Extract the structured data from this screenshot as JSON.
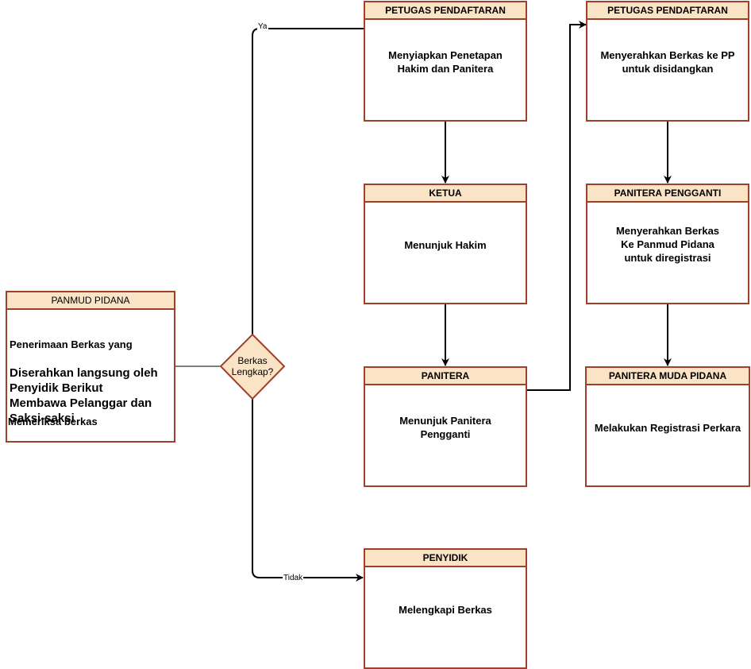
{
  "start": {
    "header": "PANMUD PIDANA",
    "text_first_line": "Penerimaan Berkas yang",
    "text_rest": "Diserahkan langsung oleh\nPenyidik Berikut\nMembawa Pelanggar dan\nSaksi-saksi",
    "text_check": "Memeriksa berkas"
  },
  "decision": {
    "label": "Berkas\nLengkap?"
  },
  "edge_labels": {
    "yes": "Ya",
    "no": "Tidak"
  },
  "boxes": {
    "petugas1": {
      "header": "PETUGAS PENDAFTARAN",
      "text": "Menyiapkan Penetapan\nHakim dan Panitera"
    },
    "ketua": {
      "header": "KETUA",
      "text": "Menunjuk Hakim"
    },
    "panitera": {
      "header": "PANITERA",
      "text": "Menunjuk Panitera\nPengganti"
    },
    "petugas2": {
      "header": "PETUGAS PENDAFTARAN",
      "text": "Menyerahkan Berkas ke PP\nuntuk disidangkan"
    },
    "pengganti": {
      "header": "PANITERA PENGGANTI",
      "text": "Menyerahkan Berkas\nKe Panmud Pidana\nuntuk diregistrasi"
    },
    "muda": {
      "header": "PANITERA MUDA PIDANA",
      "text": "Melakukan Registrasi Perkara"
    },
    "penyidik": {
      "header": "PENYIDIK",
      "text": "Melengkapi Berkas"
    }
  },
  "colors": {
    "border": "#a0402a",
    "header_fill": "#fbe3c6",
    "edge": "#000000"
  }
}
